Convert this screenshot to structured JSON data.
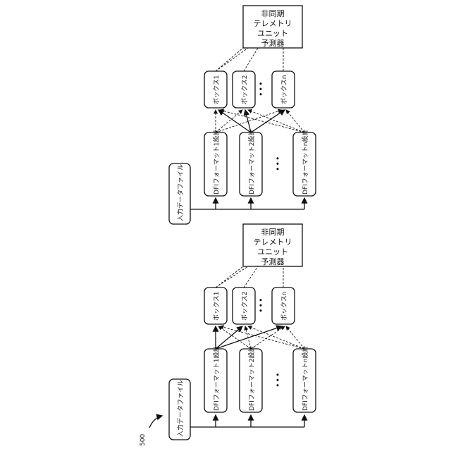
{
  "figure_ref": "500",
  "input_label": "入力データファイル",
  "designs": [
    "DFIフォーマット1設計",
    "DFIフォーマット2設計",
    "DFIフォーマットn設計"
  ],
  "boxes": [
    "ボックス1",
    "ボックス2",
    "ボックスn"
  ],
  "predictor": [
    "非同期",
    "テレメトリ",
    "ユニット",
    "予測器"
  ],
  "ellipsis": "•••"
}
